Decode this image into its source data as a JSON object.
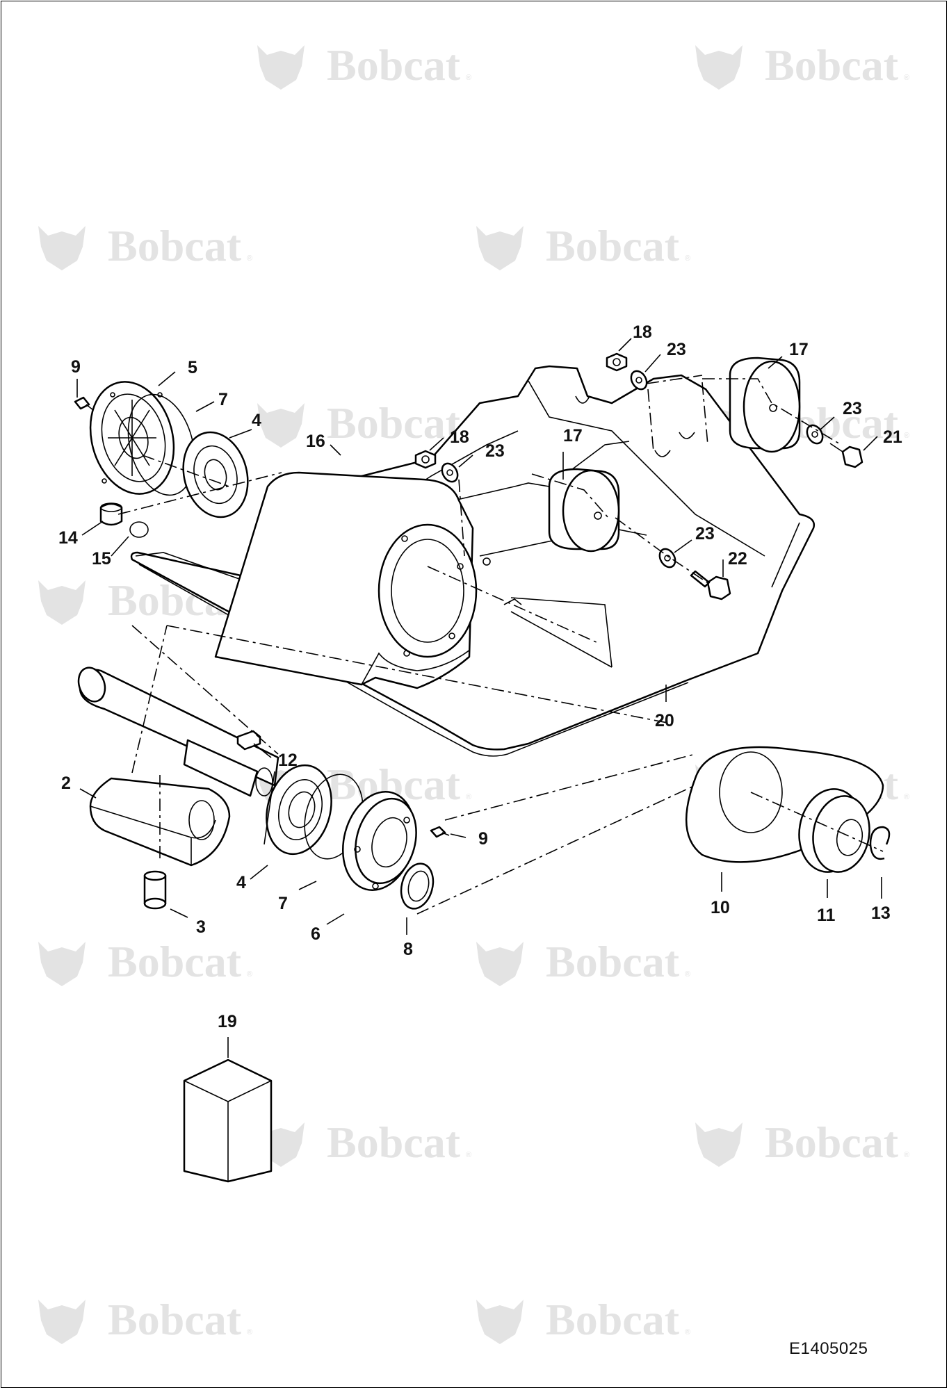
{
  "watermark": {
    "brand_text": "Bobcat",
    "registered_mark": "®"
  },
  "figure_id": "E1405025",
  "callouts": {
    "c9a": "9",
    "c5": "5",
    "c7a": "7",
    "c4a": "4",
    "c16": "16",
    "c14": "14",
    "c15": "15",
    "c18a": "18",
    "c23a": "23",
    "c17a": "17",
    "c18b": "18",
    "c23b": "23",
    "c17b": "17",
    "c23c": "23",
    "c21": "21",
    "c23d": "23",
    "c22": "22",
    "c20": "20",
    "c2": "2",
    "c12": "12",
    "c9b": "9",
    "c4b": "4",
    "c7b": "7",
    "c6": "6",
    "c3": "3",
    "c8": "8",
    "c10": "10",
    "c11": "11",
    "c13": "13",
    "c19": "19"
  }
}
